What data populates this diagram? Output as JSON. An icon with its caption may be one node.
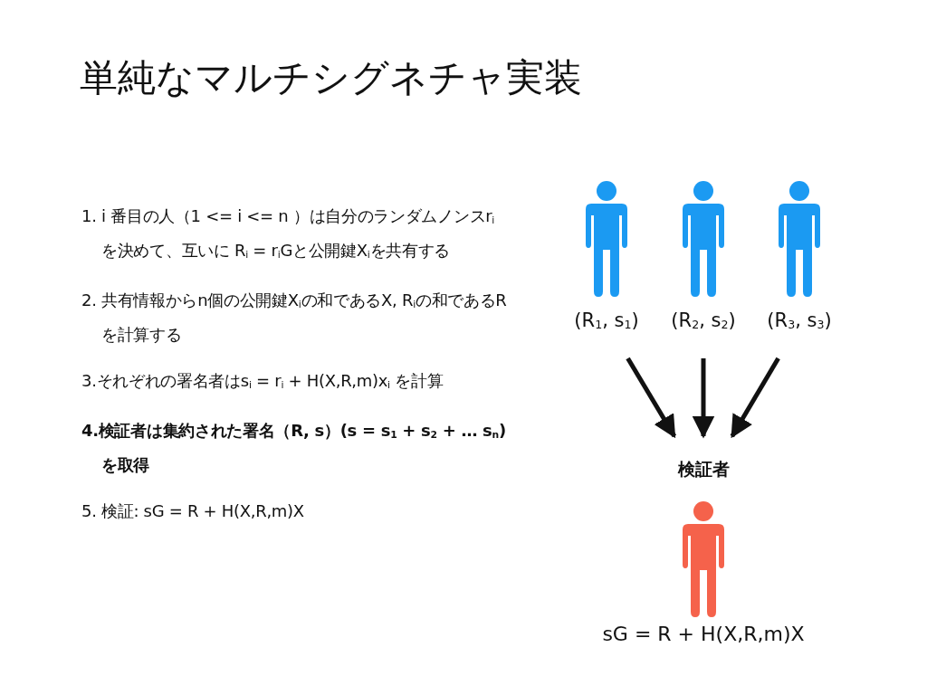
{
  "diagram": {
    "title": "単純なマルチシグネチャ実装",
    "nodes": [
      {
        "text": [
          "(R$_{1}$, s$_{1}$)"
        ]
      },
      {
        "text": [
          "(R$_{2}$, s$_{2}$)"
        ]
      },
      {
        "text": [
          "(R$_{3}$, s$_{3}$)"
        ]
      },
      {
        "text": [
          "検証者",
          "sG = R + H(X,R,m)X"
        ]
      }
    ],
    "edges": [
      {
        "from": 0,
        "to": 3,
        "arrow": "to"
      },
      {
        "from": 1,
        "to": 3,
        "arrow": "to"
      },
      {
        "from": 2,
        "to": 3,
        "arrow": "to"
      }
    ],
    "labels": [
      "1. i 番目の人（1 <= i <= n ）は自分のランダムノンスr$_{i}$を決めて、互いに R$_{i}$ = r$_{i}$Gと公開鍵X$_{i}$を共有する",
      "2. 共有情報からn個の公開鍵X$_{i}$の和であるX, R$_{i}$の和であるRを計算する",
      "3.それぞれの署名者はs$_{i}$ = r$_{i}$ + H(X,R,m)x$_{i}$ を計算",
      "4.検証者は集約された署名（R, s）(s = s$_{1}$ + s$_{2}$ + … s$_{n}$)を取得",
      "5. 検証: sG = R + H(X,R,m)X"
    ]
  }
}
